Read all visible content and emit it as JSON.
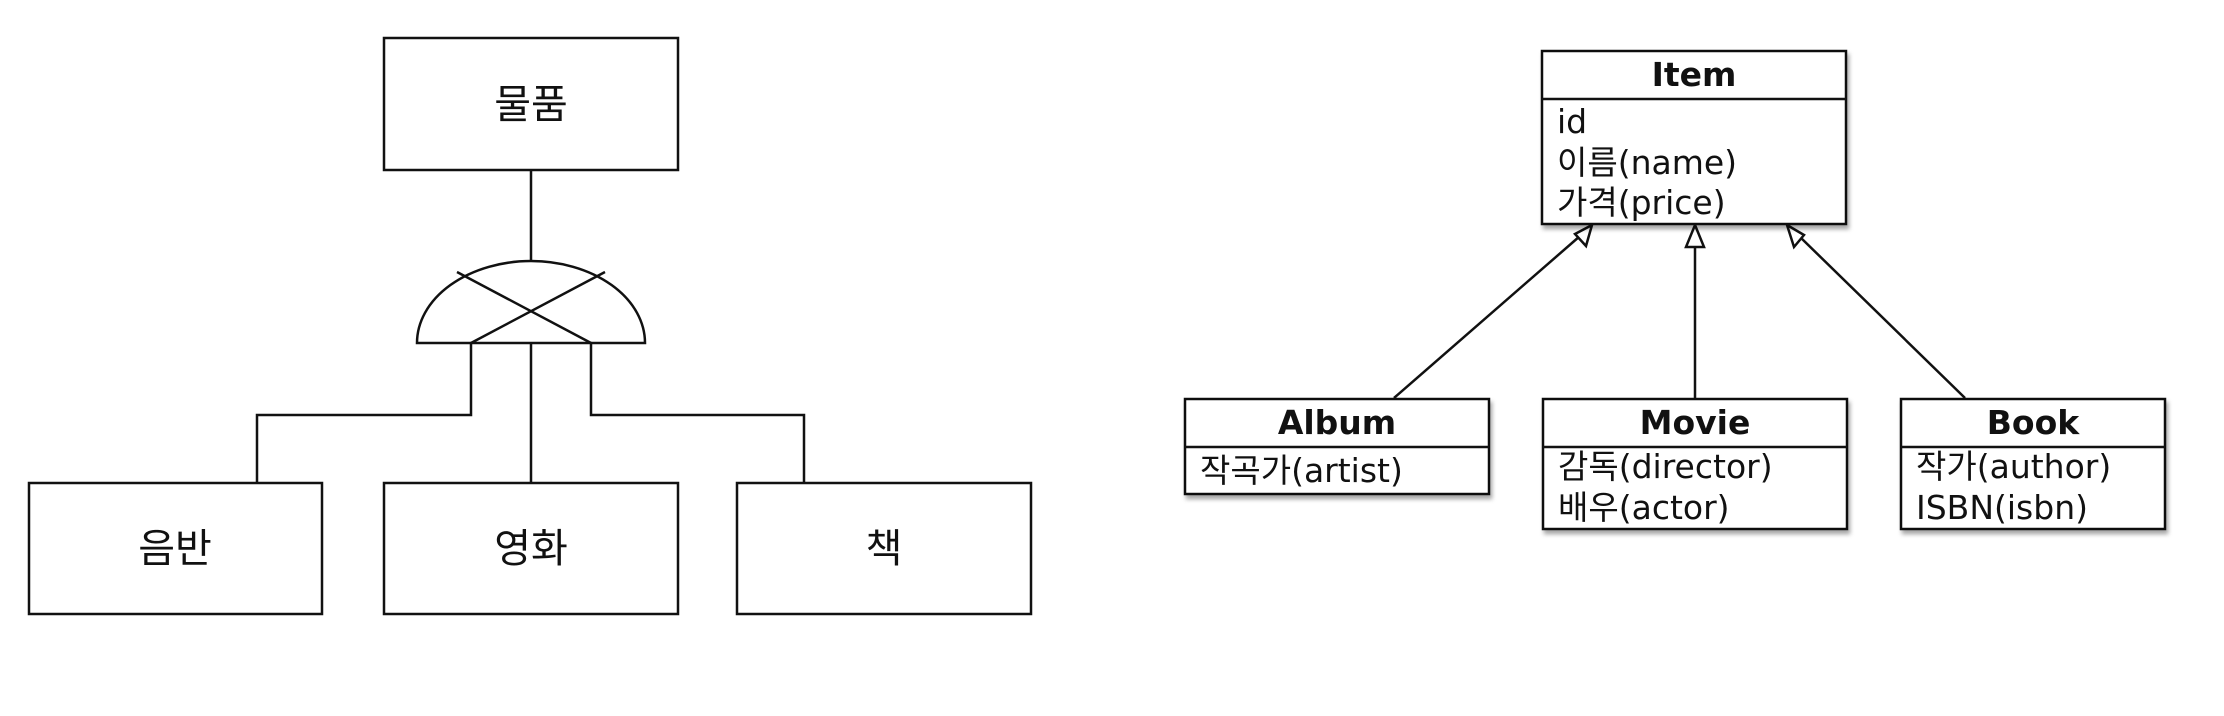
{
  "er_diagram": {
    "parent": "물품",
    "children": [
      "음반",
      "영화",
      "책"
    ]
  },
  "class_diagram": {
    "parent": {
      "name": "Item",
      "attributes": [
        "id",
        "이름(name)",
        "가격(price)"
      ]
    },
    "children": [
      {
        "name": "Album",
        "attributes": [
          "작곡가(artist)"
        ]
      },
      {
        "name": "Movie",
        "attributes": [
          "감독(director)",
          "배우(actor)"
        ]
      },
      {
        "name": "Book",
        "attributes": [
          "작가(author)",
          "ISBN(isbn)"
        ]
      }
    ]
  }
}
